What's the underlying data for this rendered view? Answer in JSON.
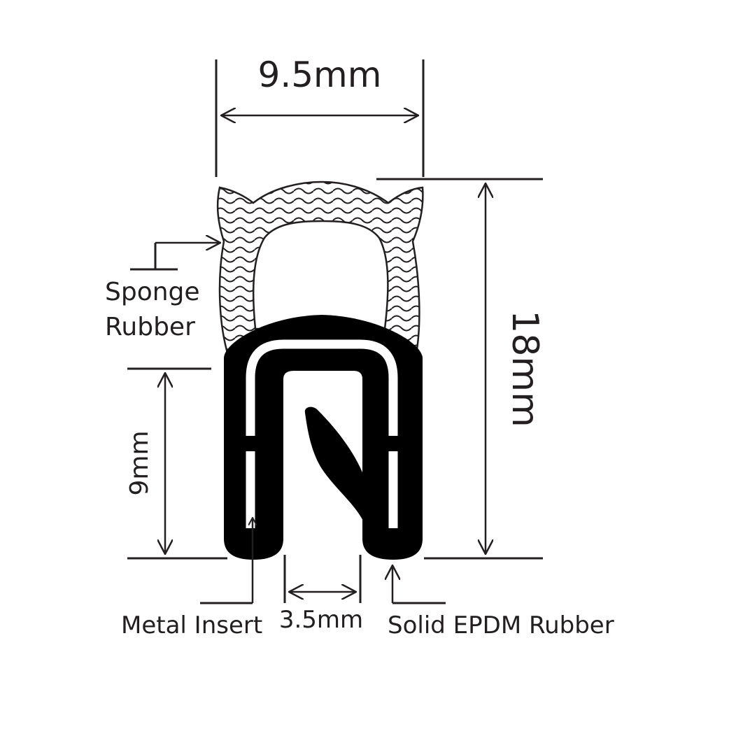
{
  "labels": {
    "width_top": "9.5mm",
    "height_total": "18mm",
    "height_grip": "9mm",
    "gap_width": "3.5mm",
    "sponge_line1": "Sponge",
    "sponge_line2": "Rubber",
    "metal_insert": "Metal Insert",
    "solid_epdm": "Solid EPDM Rubber"
  },
  "colors": {
    "ink": "#231f20",
    "background": "#ffffff",
    "solid_rubber": "#000000"
  }
}
